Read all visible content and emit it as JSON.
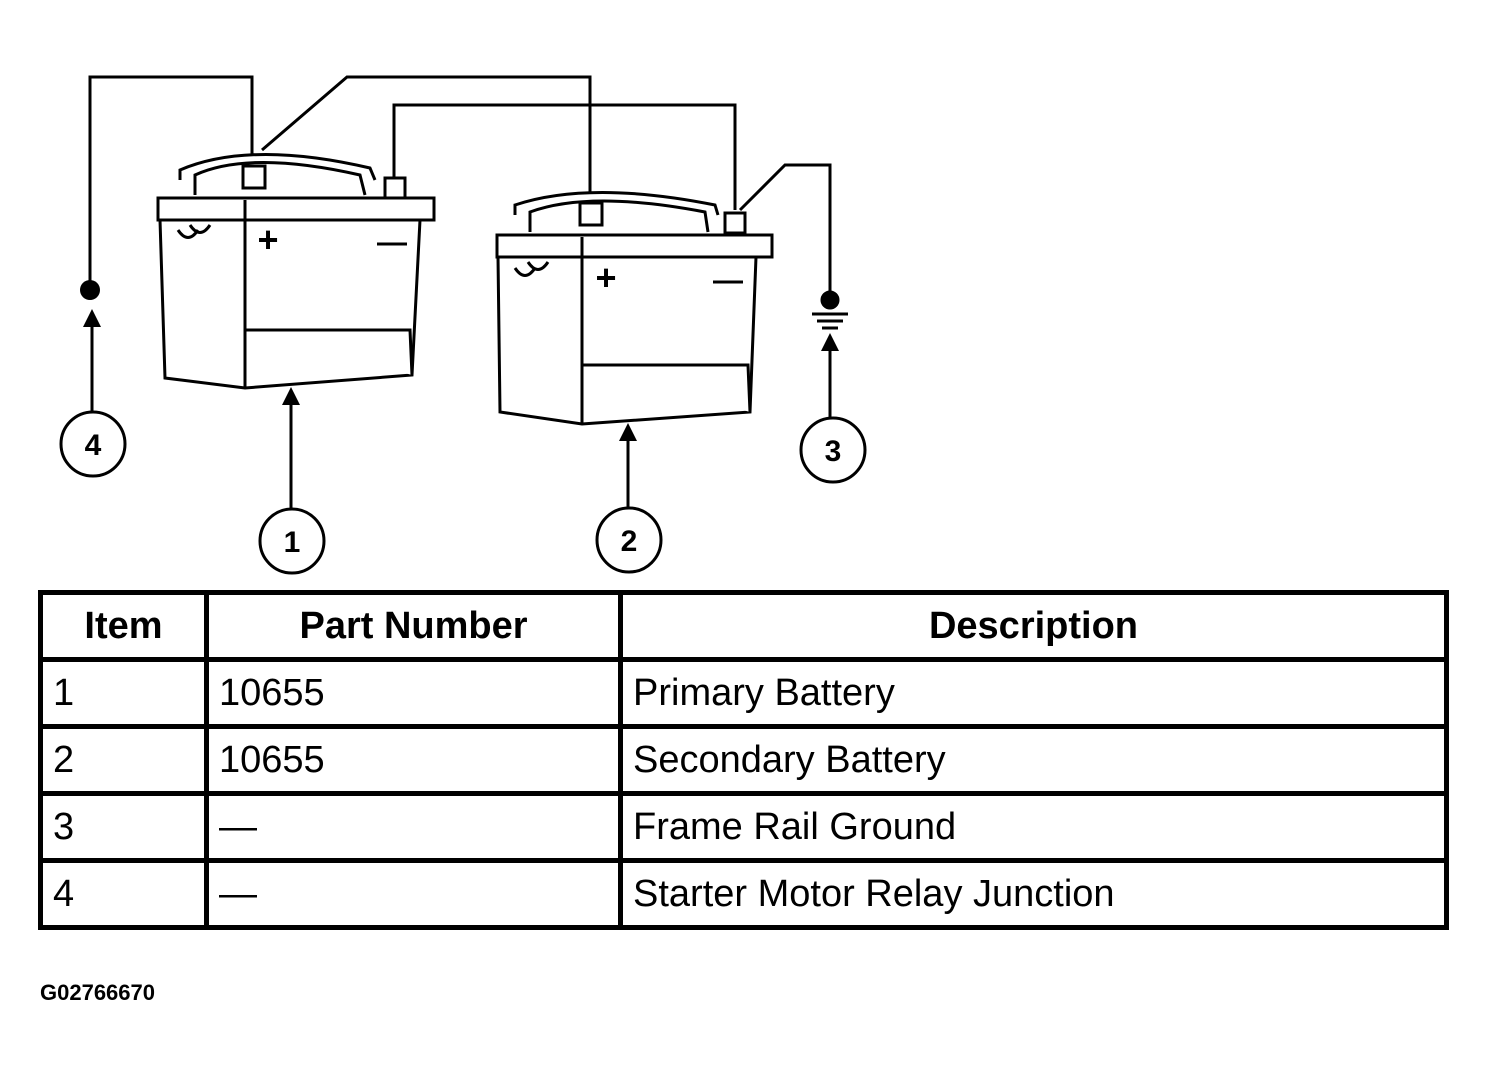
{
  "callouts": {
    "c1": "1",
    "c2": "2",
    "c3": "3",
    "c4": "4"
  },
  "terminal_signs": {
    "plus": "+",
    "minus": "—"
  },
  "table": {
    "headers": [
      "Item",
      "Part Number",
      "Description"
    ],
    "rows": [
      {
        "item": "1",
        "part_number": "10655",
        "description": "Primary Battery"
      },
      {
        "item": "2",
        "part_number": "10655",
        "description": "Secondary Battery"
      },
      {
        "item": "3",
        "part_number": "—",
        "description": "Frame Rail Ground"
      },
      {
        "item": "4",
        "part_number": "—",
        "description": "Starter Motor Relay Junction"
      }
    ]
  },
  "figure_id": "G02766670"
}
